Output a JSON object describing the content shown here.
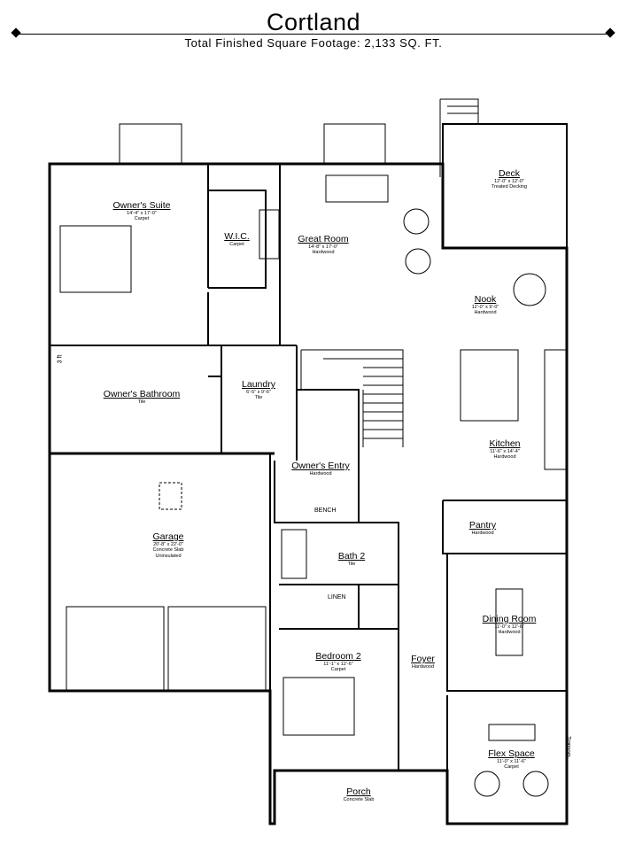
{
  "header": {
    "title": "Cortland",
    "subtitle": "Total Finished Square Footage: 2,133 SQ. FT."
  },
  "rooms": {
    "owners_suite": {
      "name": "Owner's Suite",
      "dims": "14'-4\" x 17'-0\"",
      "floor": "Carpet"
    },
    "wic": {
      "name": "W.I.C.",
      "dims": "",
      "floor": "Carpet"
    },
    "great_room": {
      "name": "Great Room",
      "dims": "14'-8\" x 17'-0\"",
      "floor": "Hardwood"
    },
    "deck": {
      "name": "Deck",
      "dims": "12'-0\" x 12'-0\"",
      "floor": "Treated Decking"
    },
    "nook": {
      "name": "Nook",
      "dims": "12'-0\" x 9'-0\"",
      "floor": "Hardwood"
    },
    "owners_bathroom": {
      "name": "Owner's Bathroom",
      "dims": "",
      "floor": "Tile"
    },
    "laundry": {
      "name": "Laundry",
      "dims": "6'-5\" x 9'-6\"",
      "floor": "Tile"
    },
    "kitchen": {
      "name": "Kitchen",
      "dims": "11'-6\" x 14'-4\"",
      "floor": "Hardwood"
    },
    "owners_entry": {
      "name": "Owner's Entry",
      "dims": "",
      "floor": "Hardwood"
    },
    "garage": {
      "name": "Garage",
      "dims": "20'-8\" x 22'-0\"",
      "floor": "Concrete Slab",
      "note": "Uninsulated"
    },
    "pantry": {
      "name": "Pantry",
      "dims": "",
      "floor": "Hardwood"
    },
    "bath2": {
      "name": "Bath 2",
      "dims": "",
      "floor": "Tile"
    },
    "dining_room": {
      "name": "Dining Room",
      "dims": "11'-0\" x 12'-6\"",
      "floor": "Hardwood"
    },
    "bedroom2": {
      "name": "Bedroom 2",
      "dims": "11'-1\" x 12'-6\"",
      "floor": "Carpet"
    },
    "foyer": {
      "name": "Foyer",
      "dims": "",
      "floor": "Hardwood"
    },
    "flex_space": {
      "name": "Flex Space",
      "dims": "11'-0\" x 11'-6\"",
      "floor": "Carpet"
    },
    "porch": {
      "name": "Porch",
      "dims": "",
      "floor": "Concrete Slab"
    }
  },
  "labels": {
    "bench": "BENCH",
    "linen": "LINEN",
    "three_ft": "3 ft",
    "fixed_glass": "Transom"
  }
}
